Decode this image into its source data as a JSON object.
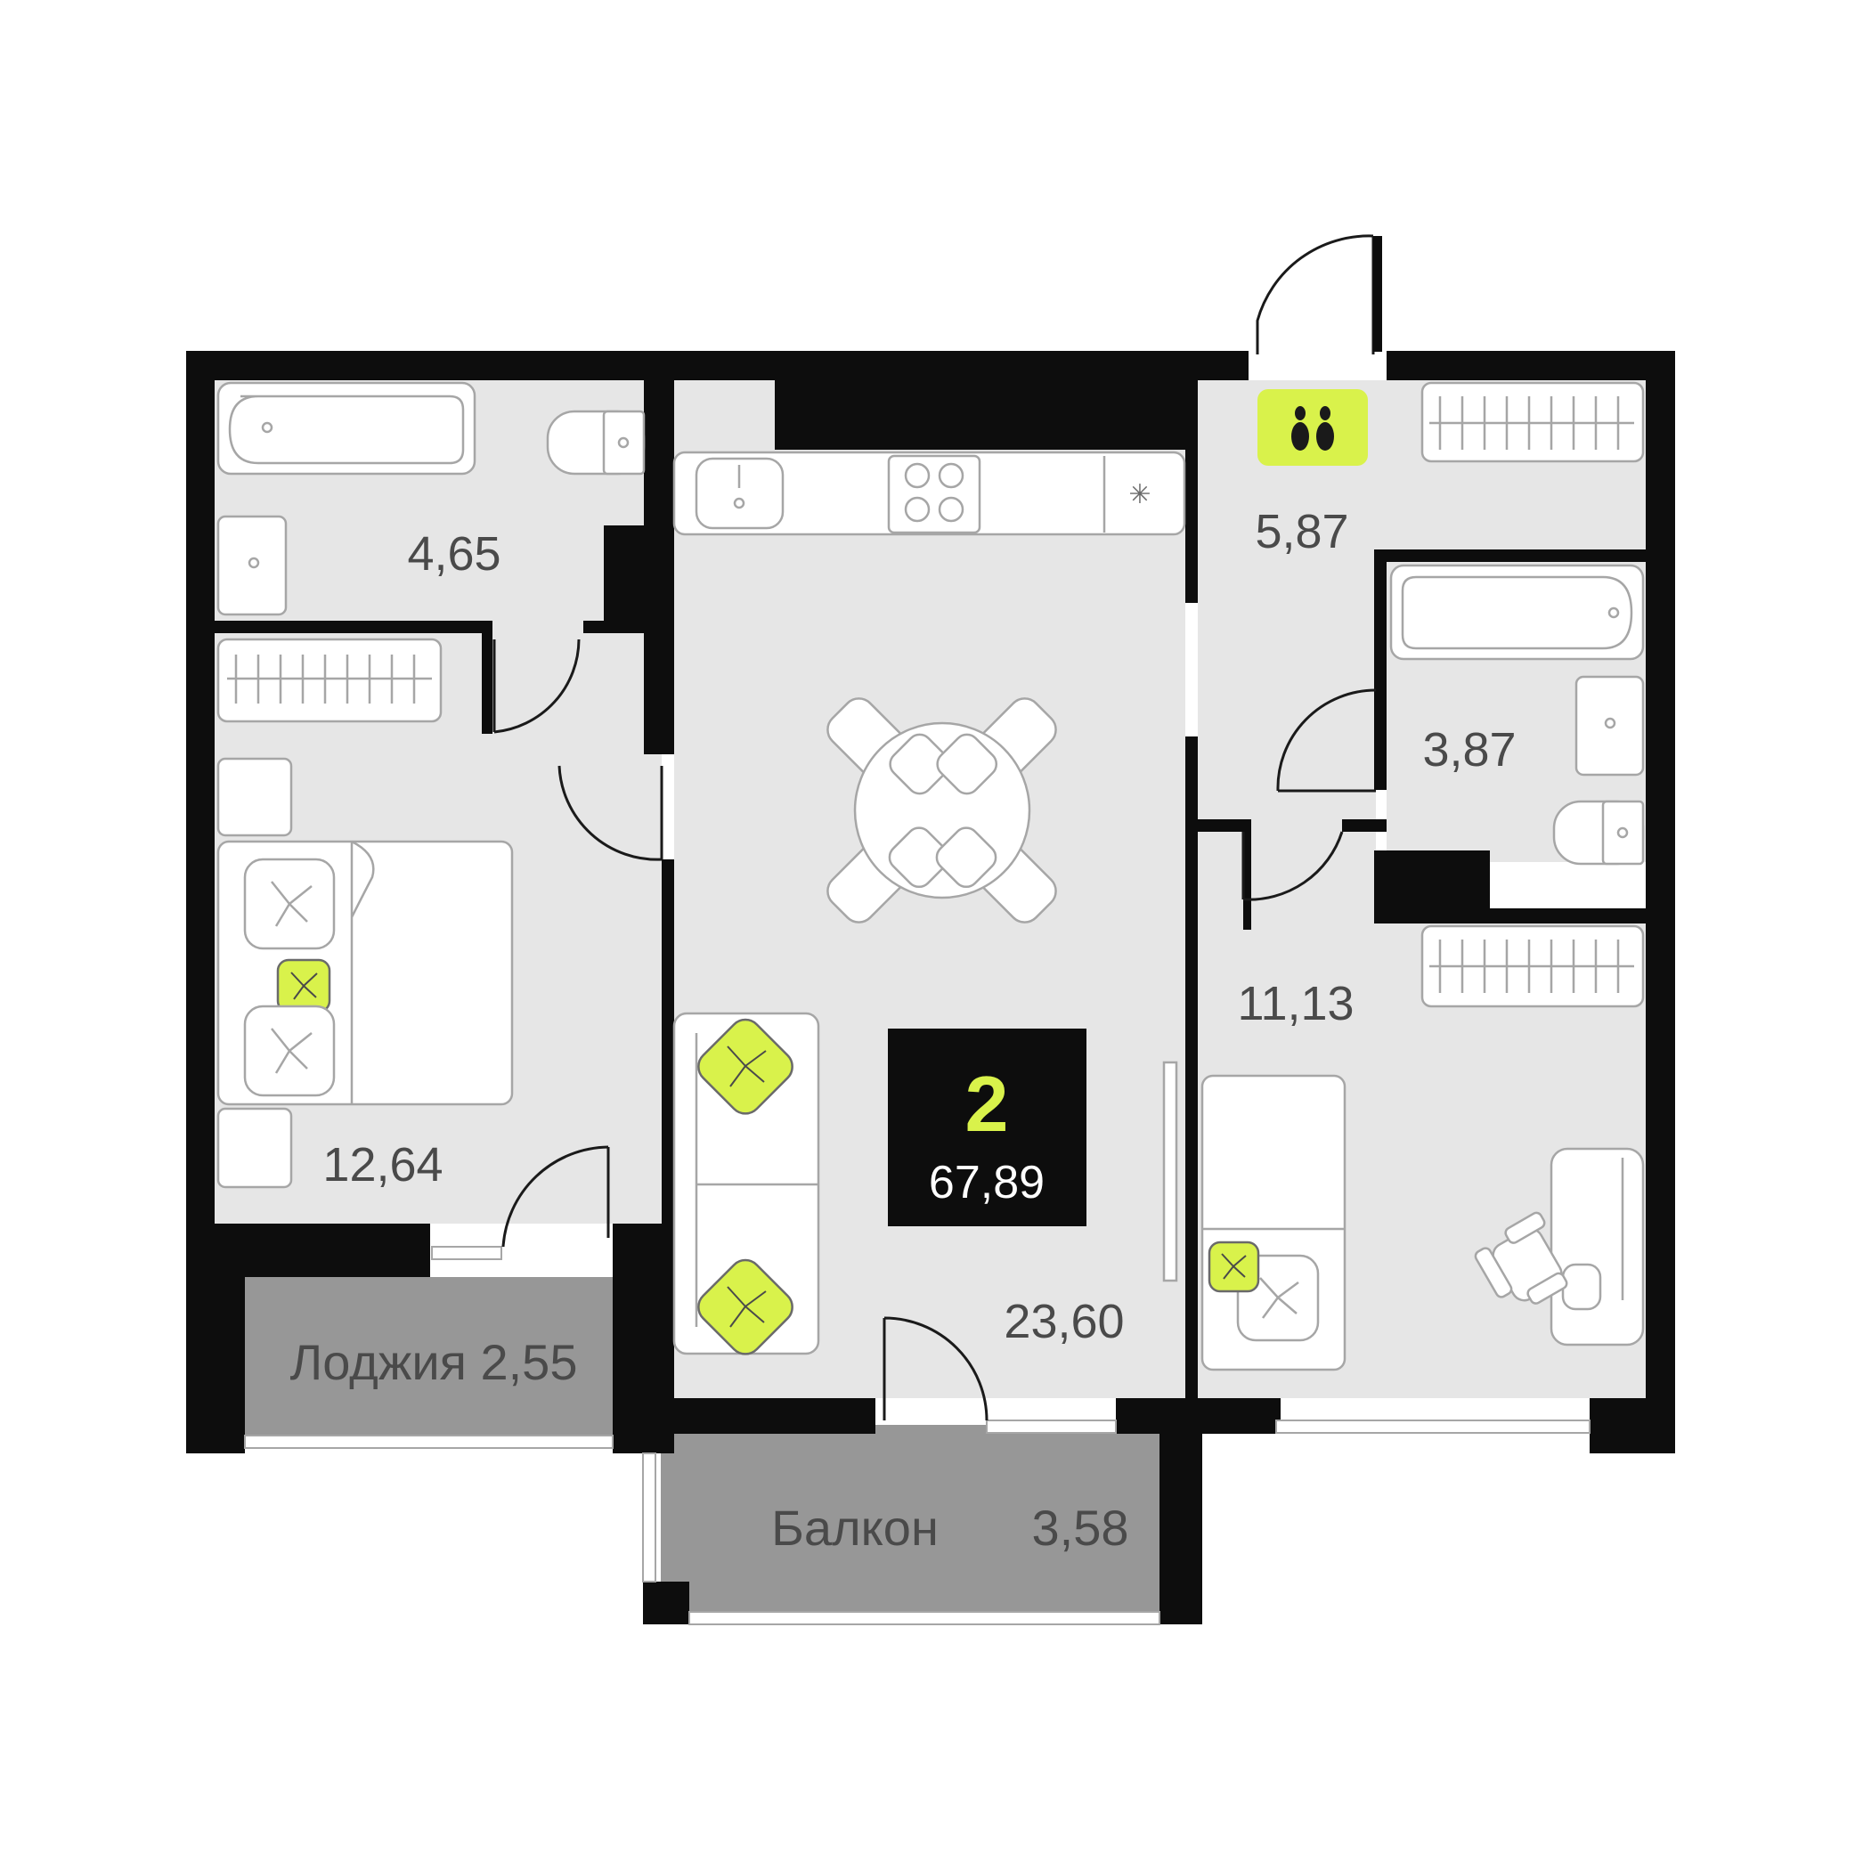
{
  "colors": {
    "wall": "#0d0d0d",
    "floor": "#e6e6e6",
    "outdoor": "#979797",
    "accent": "#d9f24b",
    "text": "#4a4a4a",
    "badge_bg": "#0d0d0d"
  },
  "apartment": {
    "rooms": 2,
    "total_area": "67,89"
  },
  "areas": {
    "bathroom_left": "4,65",
    "bedroom_left": "12,64",
    "kitchen_living": "23,60",
    "hallway": "5,87",
    "bathroom_right": "3,87",
    "bedroom_right": "11,13",
    "loggia": "Лоджия 2,55",
    "balcony_label": "Балкон",
    "balcony_area": "3,58"
  },
  "icons": {
    "entrance": "footprints-icon",
    "pillow": "pillow-icon"
  }
}
